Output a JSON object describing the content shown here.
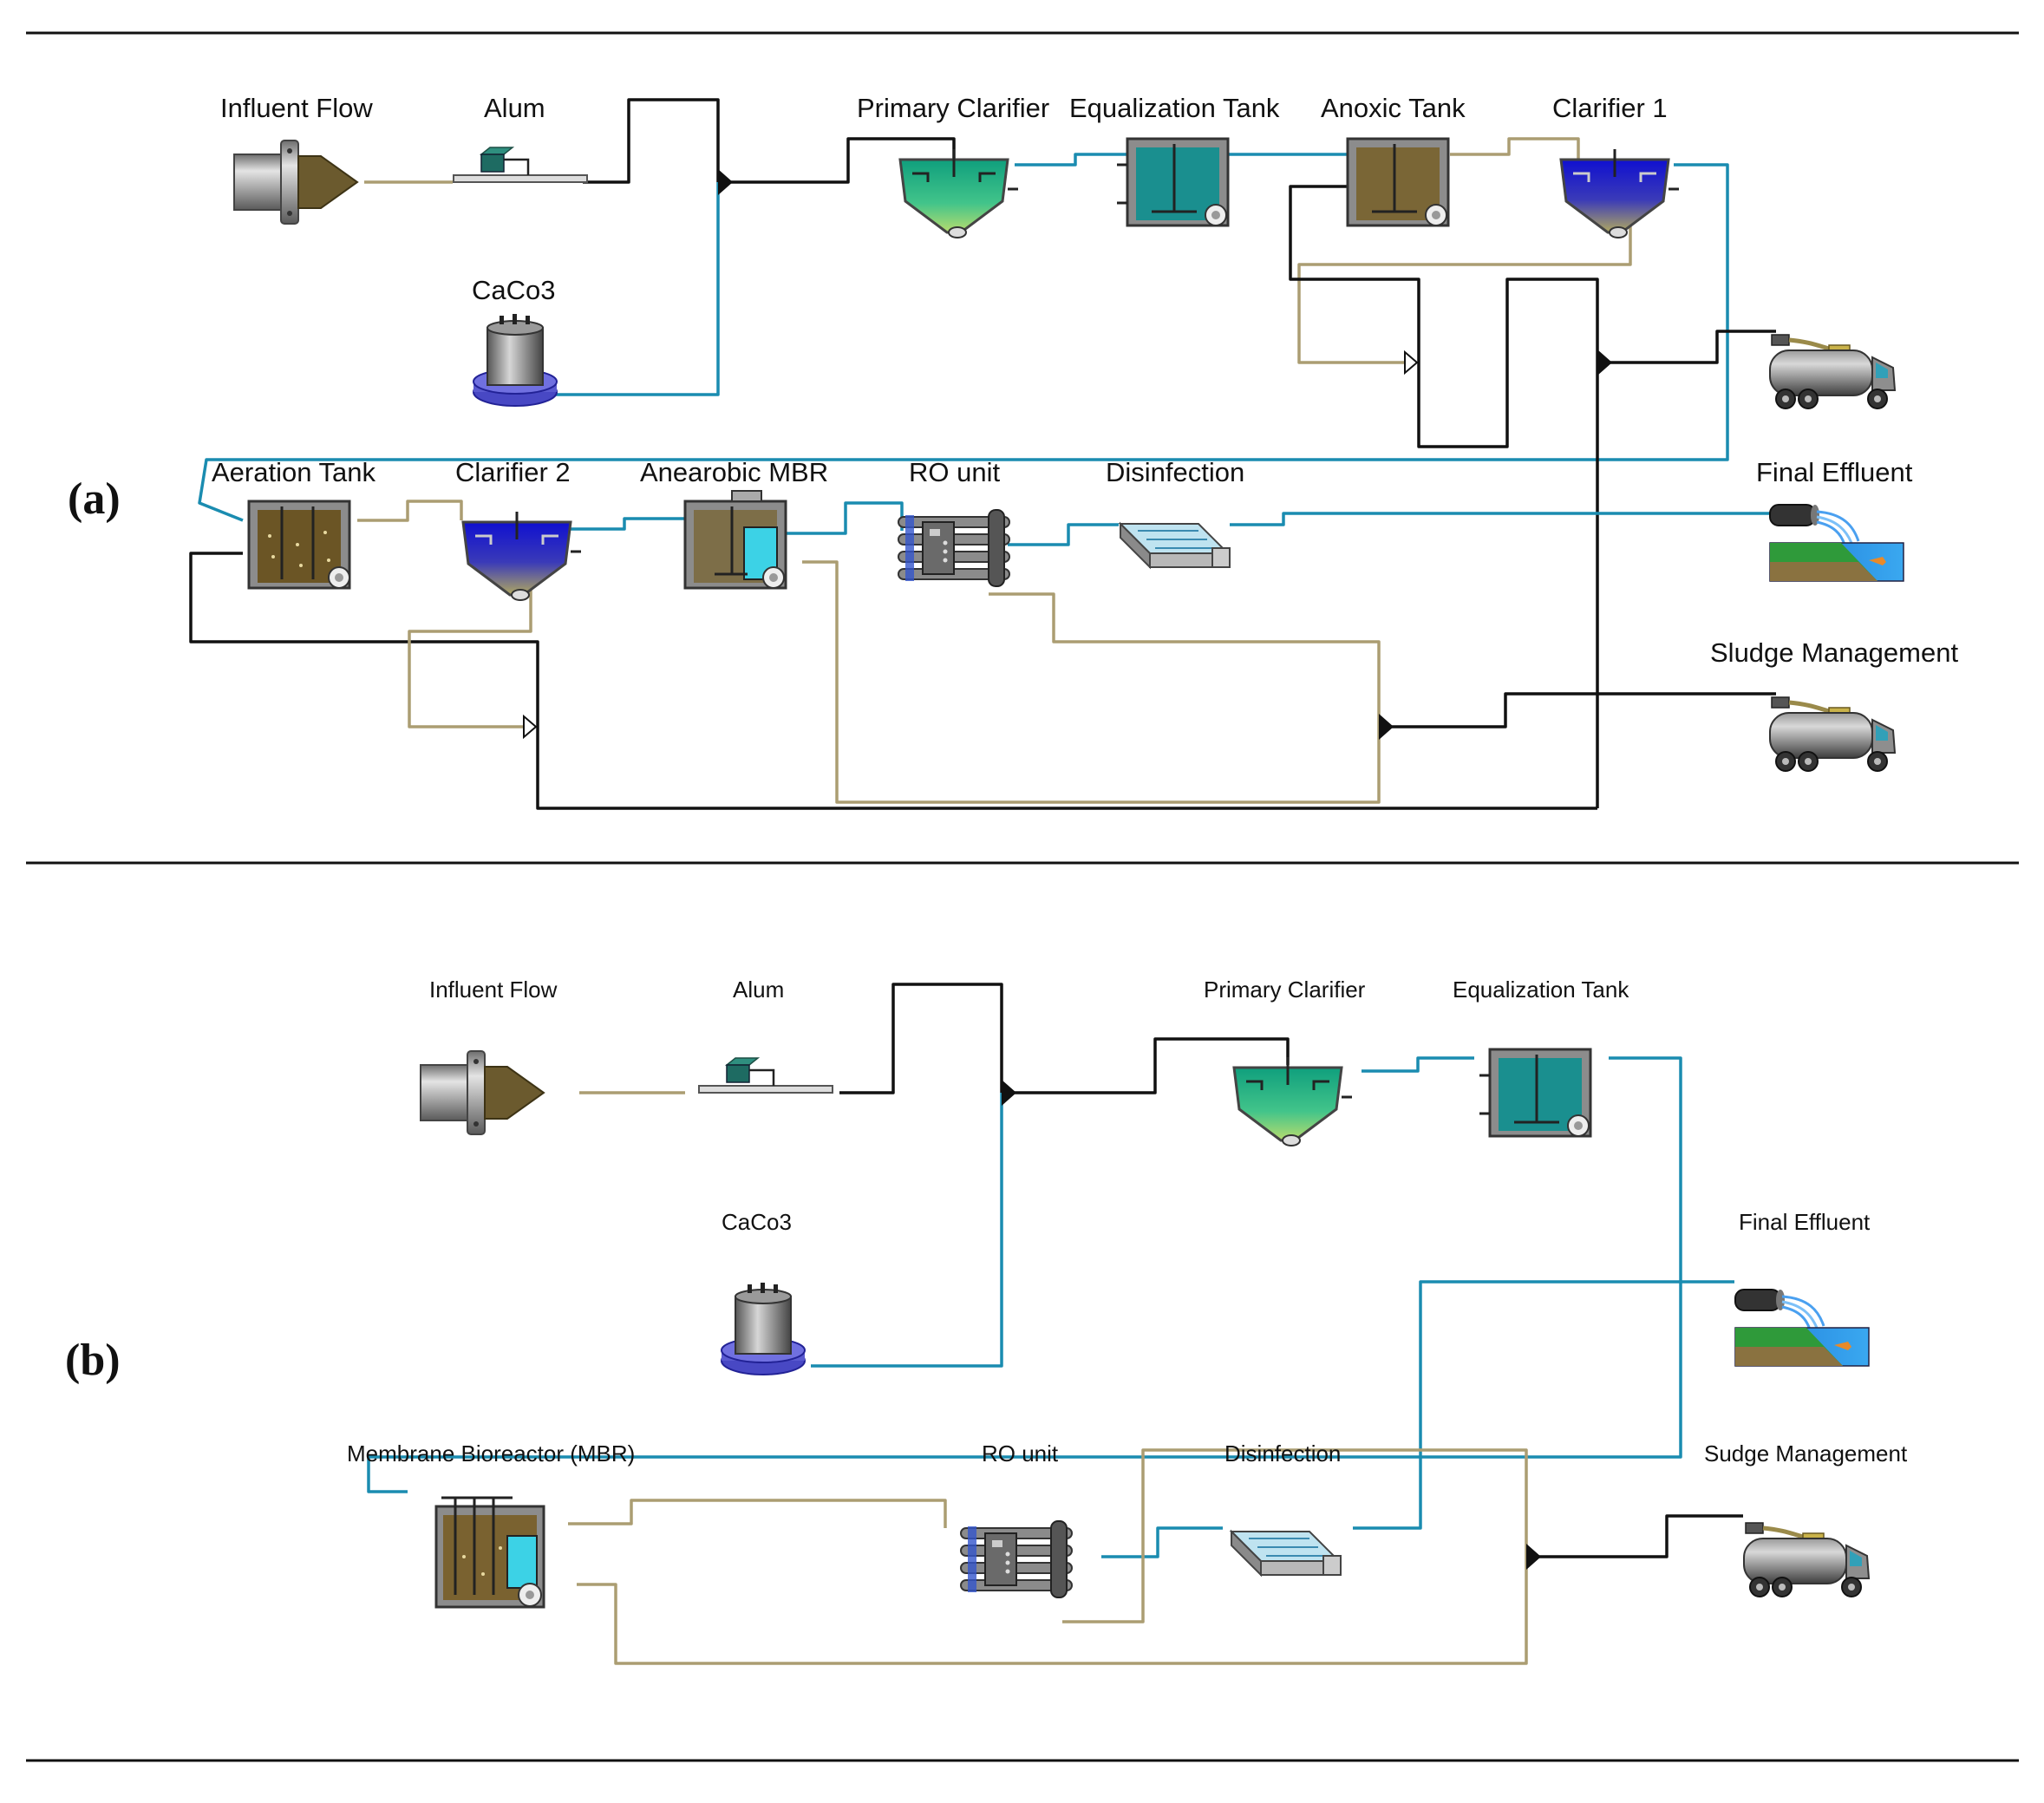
{
  "colors": {
    "pipe_process": "#111111",
    "pipe_water": "#1a8cb0",
    "pipe_sludge": "#ab9d72",
    "clarifier_green": "#21b58a",
    "clarifier_blue": "#1818c8",
    "equalization_teal": "#1a8f8f",
    "anoxic_brown": "#7a6636",
    "cylinder_base": "#5353c8"
  },
  "panel_a": {
    "panel_label": "(a)",
    "labels": {
      "influent": "Influent Flow",
      "alum": "Alum",
      "caco3": "CaCo3",
      "primary_clarifier": "Primary Clarifier",
      "equalization_tank": "Equalization Tank",
      "anoxic_tank": "Anoxic Tank",
      "clarifier_1": "Clarifier 1",
      "aeration_tank": "Aeration Tank",
      "clarifier_2": "Clarifier 2",
      "anaerobic_mbr": "Anearobic MBR",
      "ro_unit": "RO unit",
      "disinfection": "Disinfection",
      "final_effluent": "Final Effluent",
      "sludge_management": "Sludge Management"
    }
  },
  "panel_b": {
    "panel_label": "(b)",
    "labels": {
      "influent": "Influent Flow",
      "alum": "Alum",
      "caco3": "CaCo3",
      "primary_clarifier": "Primary Clarifier",
      "equalization_tank": "Equalization Tank",
      "final_effluent": "Final Effluent",
      "mbr": "Membrane Bioreactor (MBR)",
      "ro_unit": "RO unit",
      "disinfection": "Disinfection",
      "sludge_management": "Sudge Management"
    }
  }
}
